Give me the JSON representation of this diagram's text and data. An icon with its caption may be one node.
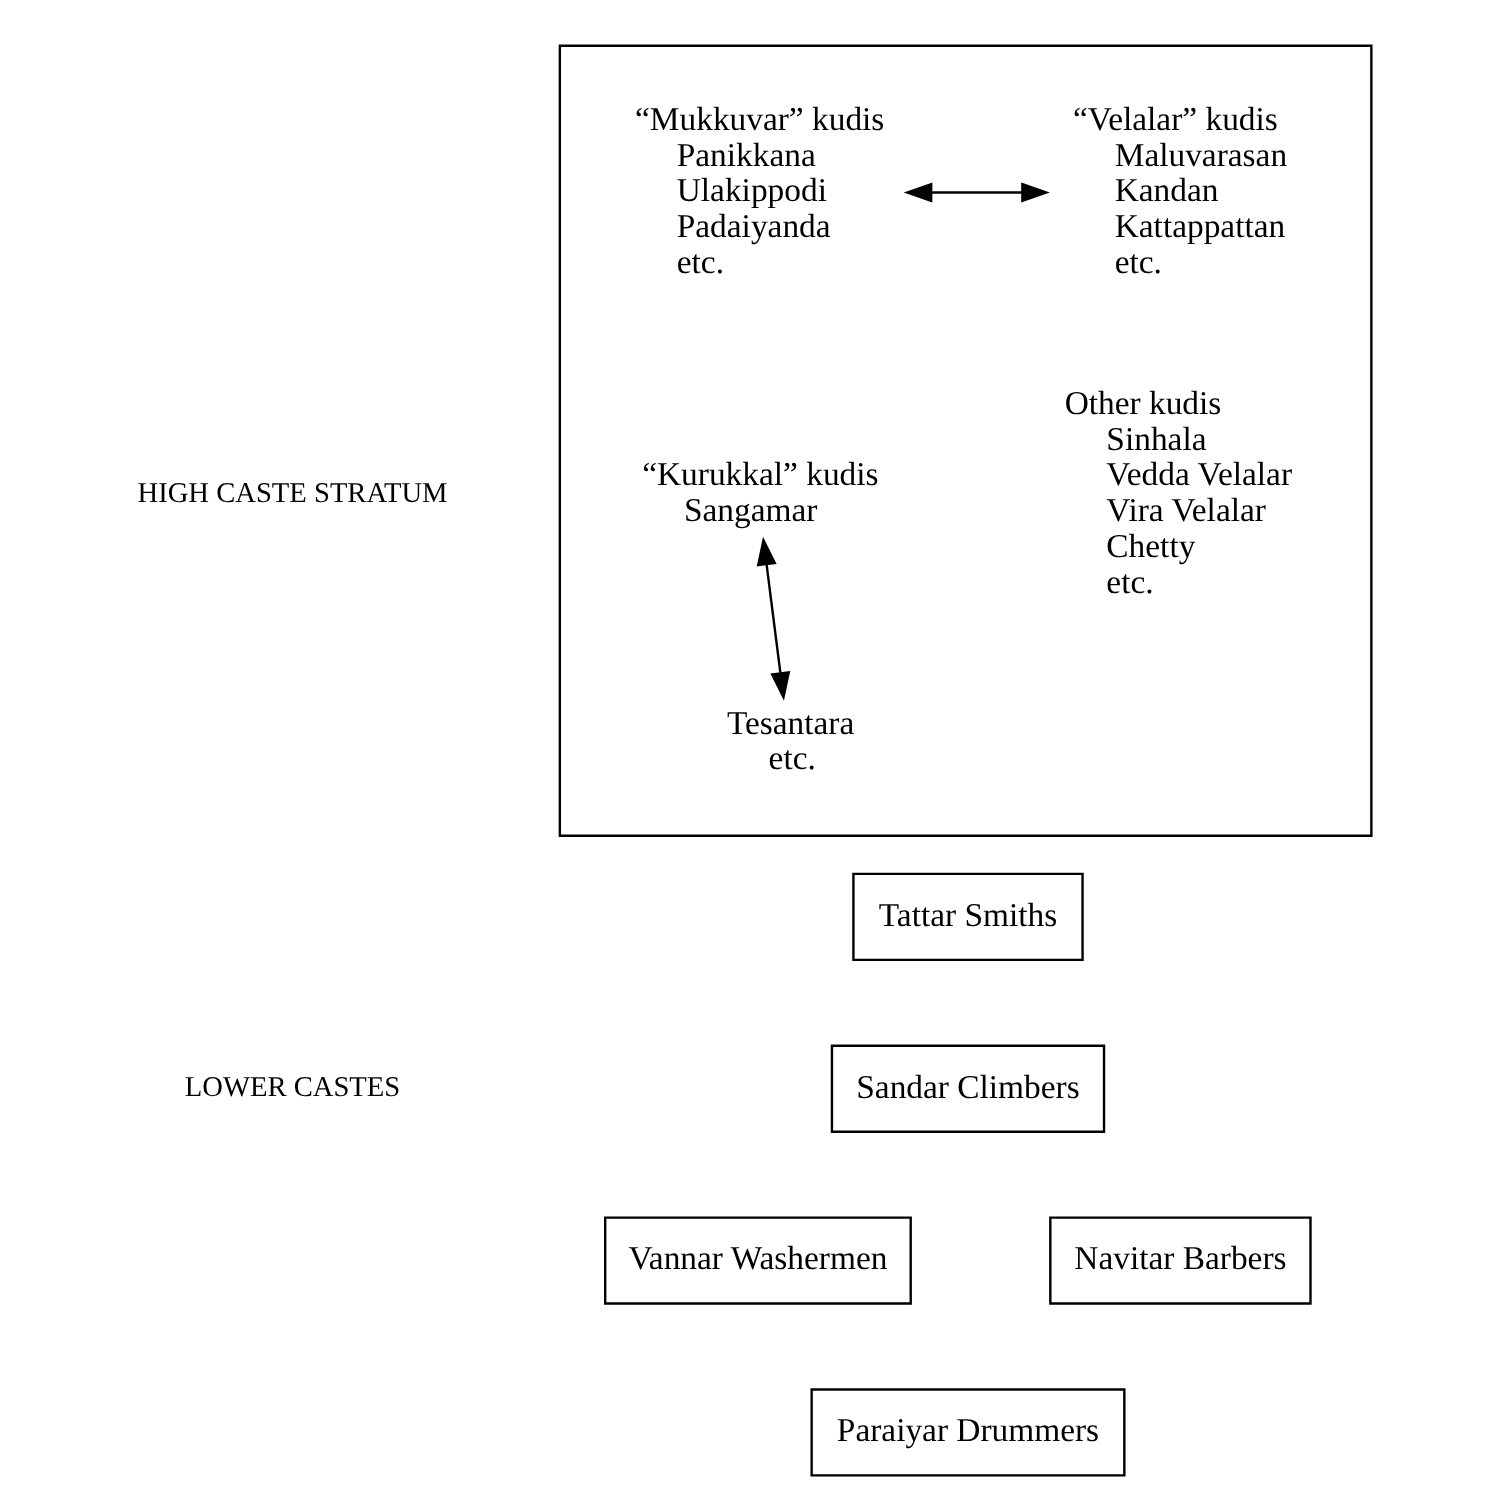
{
  "diagram": {
    "nodes": [
      {
        "text": [],
        "shape": "box"
      },
      {
        "text": [
          "“Mukkuvar” kudis",
          "Panikkana",
          "Ulakippodi",
          "Padaiyanda",
          "etc."
        ],
        "in": 0
      },
      {
        "text": [
          "“Velalar” kudis",
          "Maluvarasan",
          "Kandan",
          "Kattappattan",
          "etc."
        ],
        "in": 0
      },
      {
        "text": [
          "“Kurukkal” kudis",
          "Sangamar"
        ],
        "in": 0
      },
      {
        "text": [
          "Tesantara",
          "etc."
        ],
        "in": 0
      },
      {
        "text": [
          "Other kudis",
          "Sinhala",
          "Vedda Velalar",
          "Vira Velalar",
          "Chetty",
          "etc."
        ],
        "in": 0
      },
      {
        "text": [
          "Tattar Smiths"
        ]
      },
      {
        "text": [
          "Sandar Climbers"
        ]
      },
      {
        "text": [
          "Vannar Washermen"
        ]
      },
      {
        "text": [
          "Navitar Barbers"
        ]
      },
      {
        "text": [
          "Paraiyar Drummers"
        ]
      }
    ],
    "edges": [
      {
        "from": 1,
        "to": 2,
        "arrow": "both"
      },
      {
        "from": 3,
        "to": 4,
        "arrow": "both"
      }
    ],
    "labels": [
      "HIGH CASTE STRATUM",
      "LOWER CASTES"
    ]
  }
}
